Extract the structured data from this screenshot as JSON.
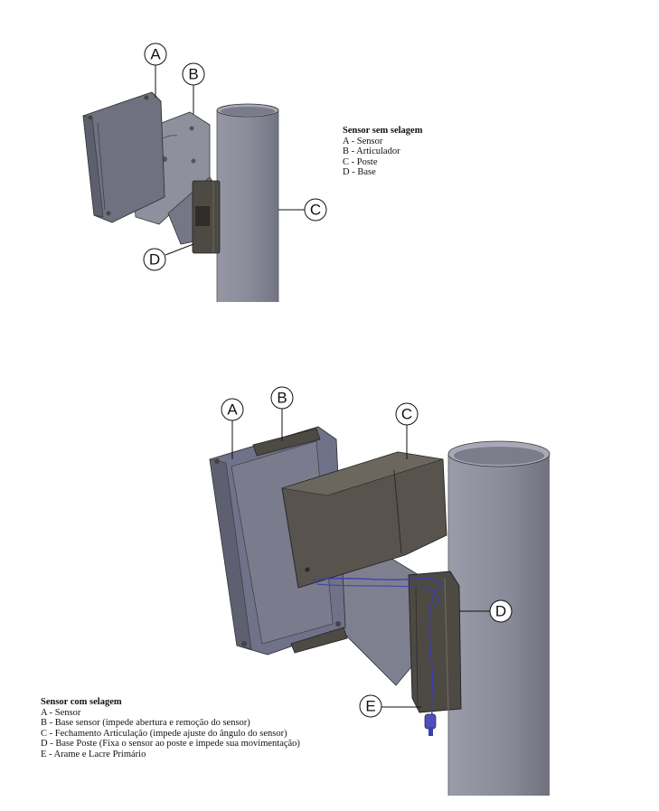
{
  "top_diagram": {
    "callouts": [
      "A",
      "B",
      "C",
      "D"
    ],
    "legend": {
      "title": "Sensor sem selagem",
      "items": [
        "A - Sensor",
        "B - Articulador",
        "C - Poste",
        "D - Base"
      ]
    }
  },
  "bottom_diagram": {
    "callouts": [
      "A",
      "B",
      "C",
      "D",
      "E"
    ],
    "legend": {
      "title": "Sensor com selagem",
      "items": [
        "A - Sensor",
        "B - Base sensor (impede abertura e remoção do sensor)",
        "C - Fechamento Articulação (impede ajuste do ângulo do sensor)",
        "D - Base Poste (Fixa o sensor ao poste e impede sua movimentação)",
        "E - Arame e Lacre Primário"
      ]
    }
  },
  "colors": {
    "pole": "#8b8d9b",
    "pole_light": "#a3a5b3",
    "sensor_body": "#6f7181",
    "bracket": "#4d4a44",
    "wire": "#3d3db0",
    "outline": "#222222"
  }
}
